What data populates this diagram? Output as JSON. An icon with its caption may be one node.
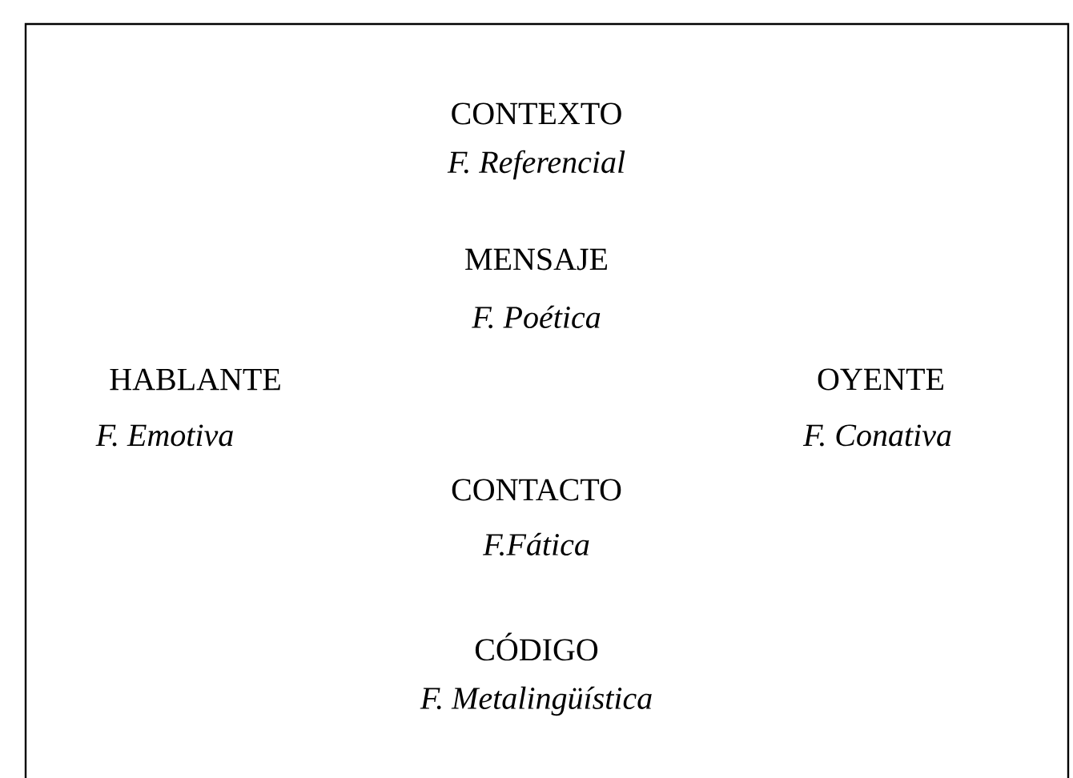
{
  "diagram": {
    "labels": [
      "CONTEXTO",
      "F. Referencial",
      "MENSAJE",
      "F. Poética",
      "HABLANTE",
      "F. Emotiva",
      "OYENTE",
      "F. Conativa",
      "CONTACTO",
      "F.Fática",
      "CÓDIGO",
      "F. Metalingüística"
    ]
  }
}
